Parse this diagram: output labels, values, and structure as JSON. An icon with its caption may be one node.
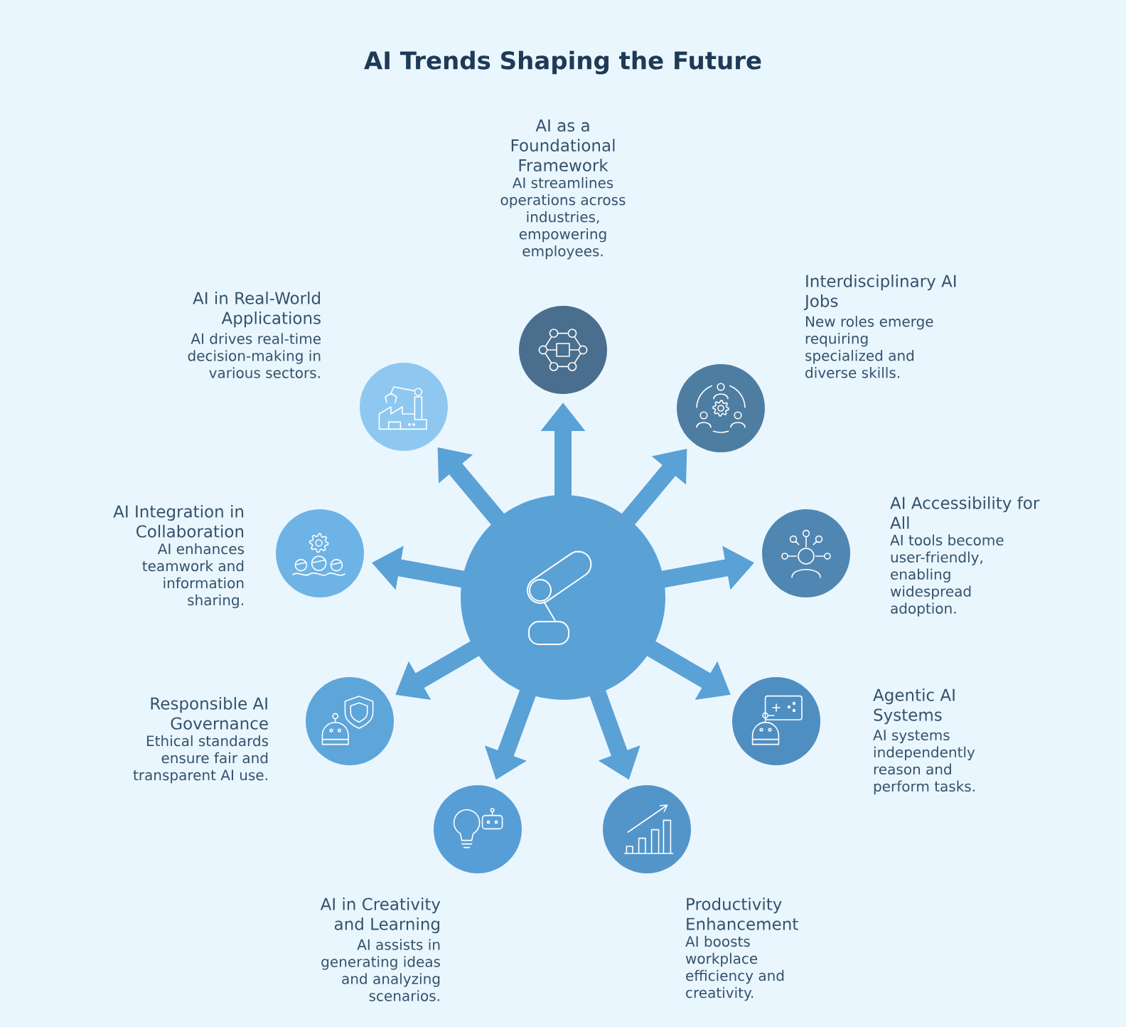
{
  "diagram": {
    "title": "AI Trends Shaping the Future",
    "nodes": [
      {
        "text": [],
        "shape": "circle"
      },
      {
        "text": [
          "AI as a Foundational Framework",
          "AI streamlines operations across industries, empowering employees."
        ]
      },
      {
        "text": [
          "Interdisciplinary AI Jobs",
          "New roles emerge requiring specialized and diverse skills."
        ]
      },
      {
        "text": [
          "AI Accessibility for All",
          "AI tools become user-friendly, enabling widespread adoption."
        ]
      },
      {
        "text": [
          "Agentic AI Systems",
          "AI systems independently reason and perform tasks."
        ]
      },
      {
        "text": [
          "Productivity Enhancement",
          "AI boosts workplace efficiency and creativity."
        ]
      },
      {
        "text": [
          "AI in Creativity and Learning",
          "AI assists in generating ideas and analyzing scenarios."
        ]
      },
      {
        "text": [
          "Responsible AI Governance",
          "Ethical standards ensure fair and transparent AI use."
        ]
      },
      {
        "text": [
          "AI Integration in Collaboration",
          "AI enhances teamwork and information sharing."
        ]
      },
      {
        "text": [
          "AI in Real-World Applications",
          "AI drives real-time decision-making in various sectors."
        ]
      }
    ],
    "edges": [
      {
        "from": 0,
        "to": 1,
        "arrow": "to"
      },
      {
        "from": 0,
        "to": 2,
        "arrow": "to"
      },
      {
        "from": 0,
        "to": 3,
        "arrow": "to"
      },
      {
        "from": 0,
        "to": 4,
        "arrow": "to"
      },
      {
        "from": 0,
        "to": 5,
        "arrow": "to"
      },
      {
        "from": 0,
        "to": 6,
        "arrow": "to"
      },
      {
        "from": 0,
        "to": 7,
        "arrow": "to"
      },
      {
        "from": 0,
        "to": 8,
        "arrow": "to"
      },
      {
        "from": 0,
        "to": 9,
        "arrow": "to"
      }
    ]
  }
}
